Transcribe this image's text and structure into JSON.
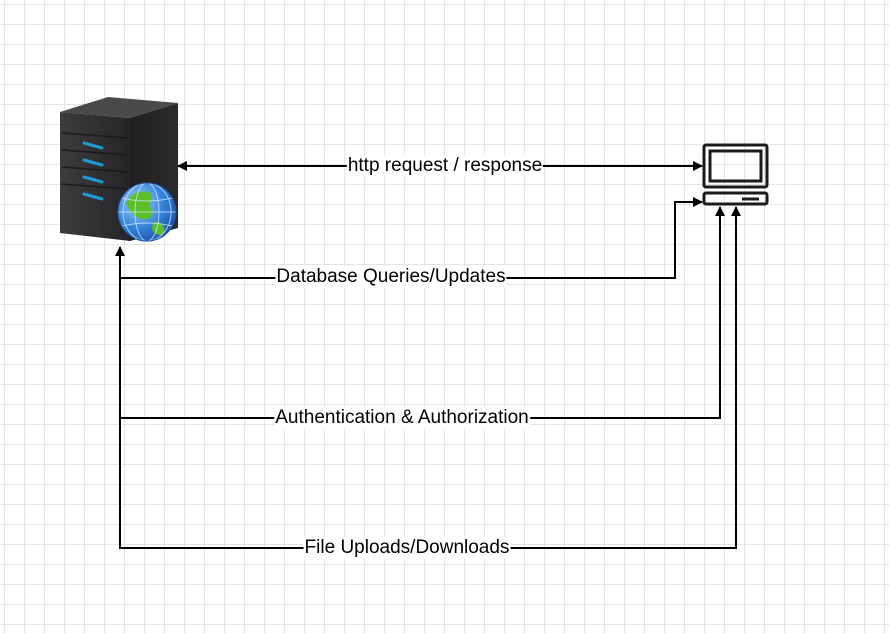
{
  "diagram": {
    "nodes": {
      "server": {
        "icon": "web-server-globe-icon"
      },
      "client": {
        "icon": "laptop-icon"
      }
    },
    "edges": [
      {
        "label": "http request / response",
        "direction": "bidirectional"
      },
      {
        "label": "Database Queries/Updates",
        "direction": "both-ends-arrowed"
      },
      {
        "label": "Authentication & Authorization",
        "direction": "both-ends-arrowed"
      },
      {
        "label": "File Uploads/Downloads",
        "direction": "both-ends-arrowed"
      }
    ]
  },
  "colors": {
    "line": "#000000",
    "server_body": "#2e2e30",
    "server_led": "#1e9bd7",
    "globe_blue": "#2f7fd8",
    "globe_land": "#5cbf2a",
    "grid": "#e4e4e4"
  }
}
